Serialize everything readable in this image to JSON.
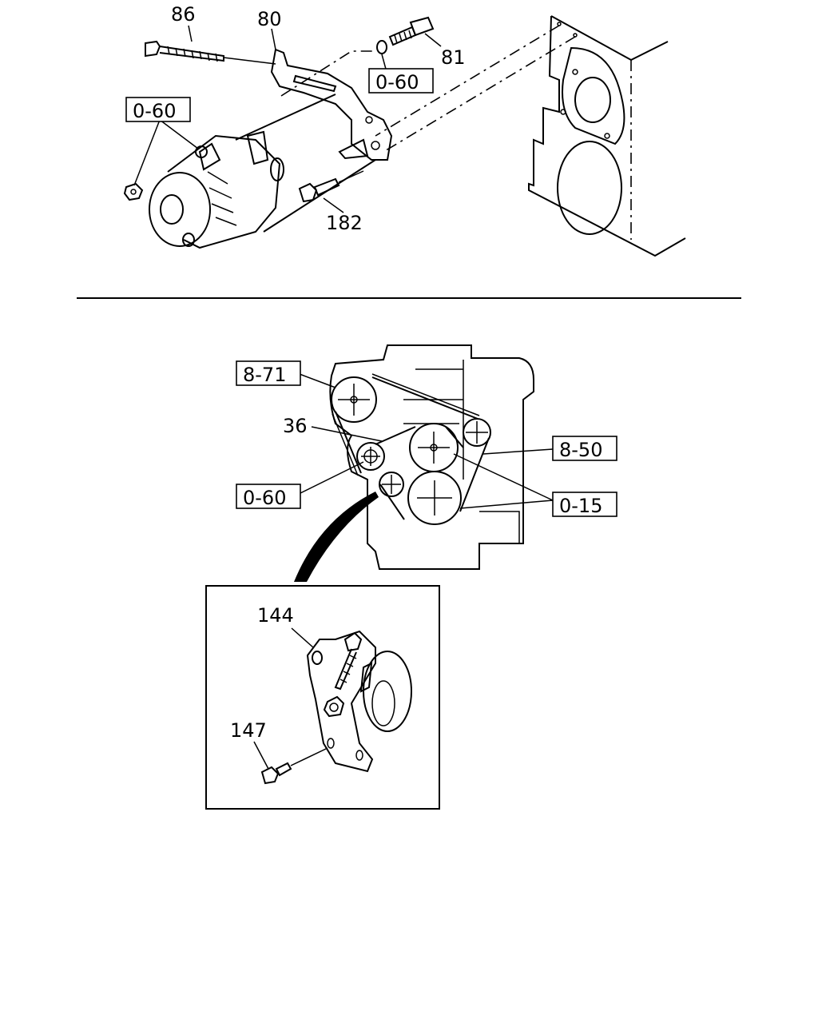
{
  "upper_view": {
    "labels": {
      "bolt_long": "86",
      "bracket": "80",
      "stud": "81",
      "ref_washer": "0-60",
      "ref_alternator": "0-60",
      "bolt_short": "182"
    }
  },
  "lower_view": {
    "labels": {
      "ref_upper_pulley": "8-71",
      "belt": "36",
      "ref_tensioner": "0-60",
      "ref_right_pulley": "8-50",
      "ref_lower_pulleys": "0-15"
    },
    "detail": {
      "tensioner_assembly": "144",
      "bolt": "147"
    }
  }
}
